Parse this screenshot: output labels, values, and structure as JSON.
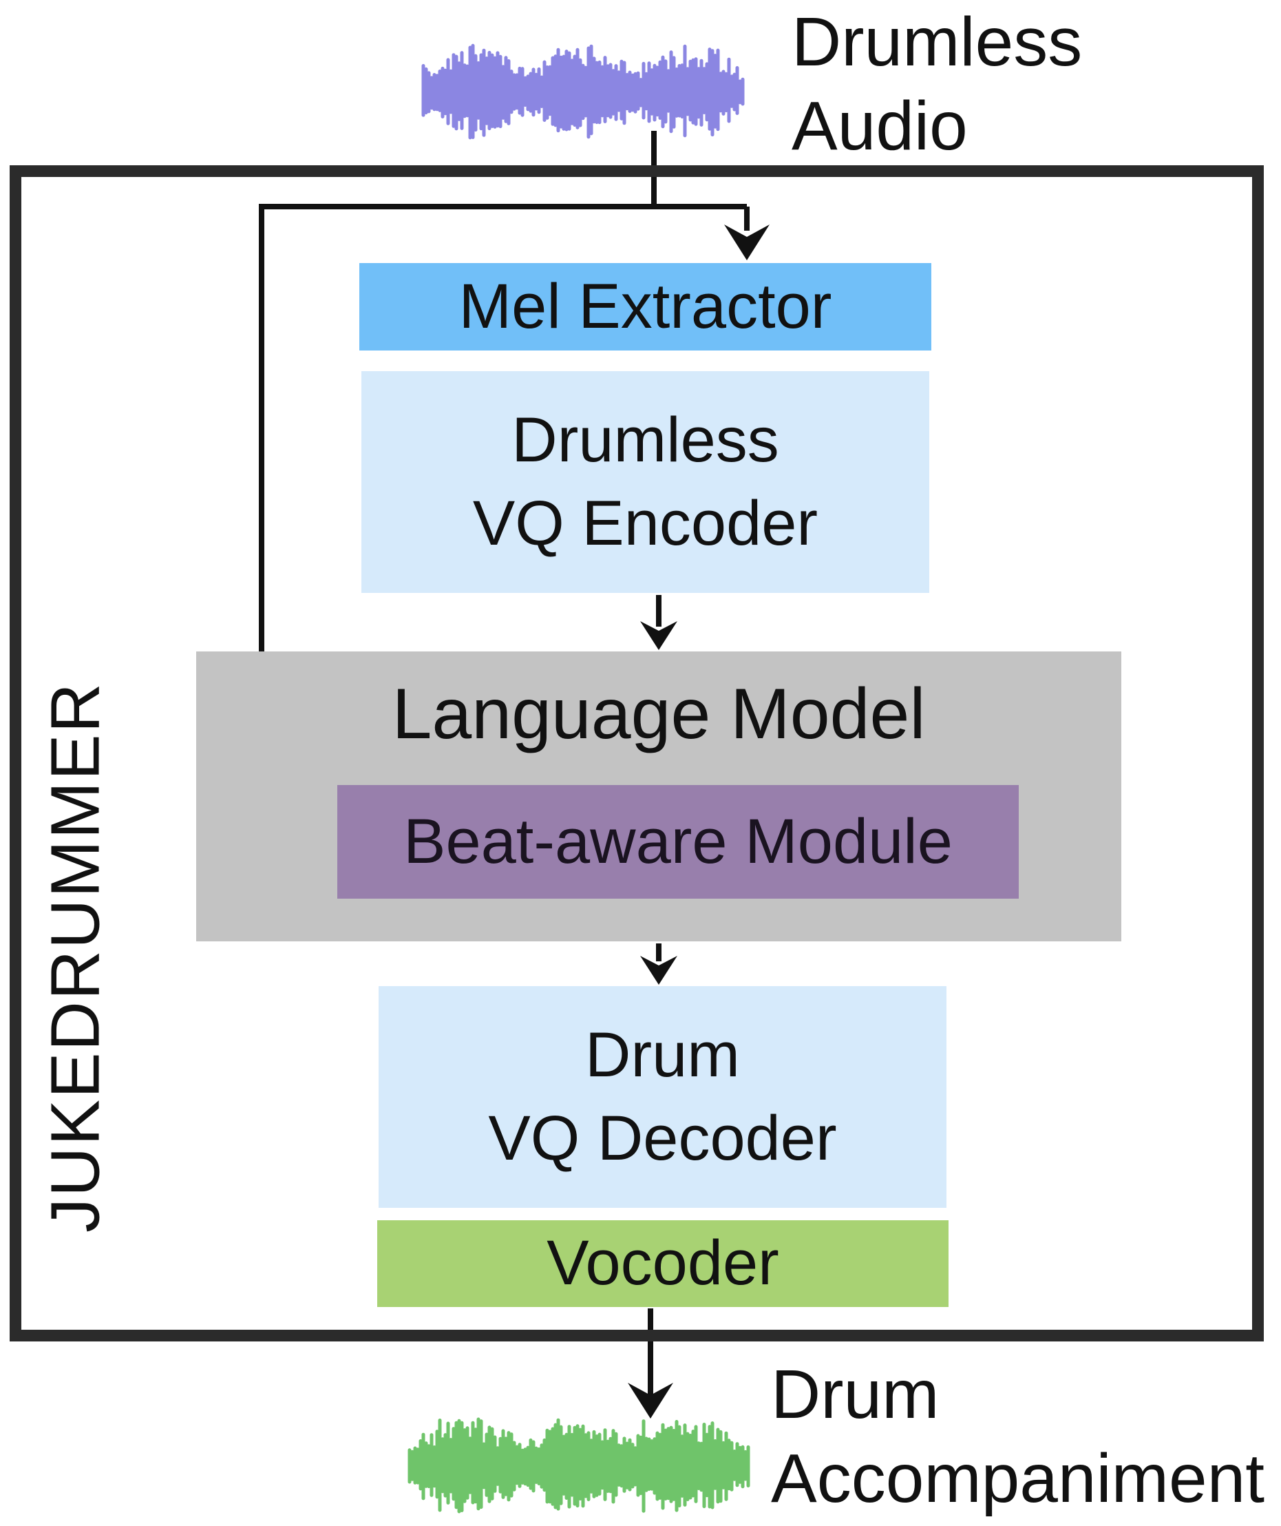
{
  "input": {
    "label_line1": "Drumless",
    "label_line2": "Audio"
  },
  "system": {
    "name": "JUKEDRUMMER",
    "mel_extractor": "Mel Extractor",
    "encoder_line1": "Drumless",
    "encoder_line2": "VQ Encoder",
    "language_model": "Language Model",
    "beat_module": "Beat-aware Module",
    "decoder_line1": "Drum",
    "decoder_line2": "VQ Decoder",
    "vocoder": "Vocoder"
  },
  "output": {
    "label_line1": "Drum",
    "label_line2": "Accompaniment"
  },
  "colors": {
    "mel_extractor": "#71bff8",
    "vq_boxes": "#d6eafb",
    "language_model": "#c3c3c3",
    "beat_module": "#987fac",
    "vocoder": "#a8d273",
    "input_waveform": "#8b86e2",
    "output_waveform": "#6fc46a"
  }
}
